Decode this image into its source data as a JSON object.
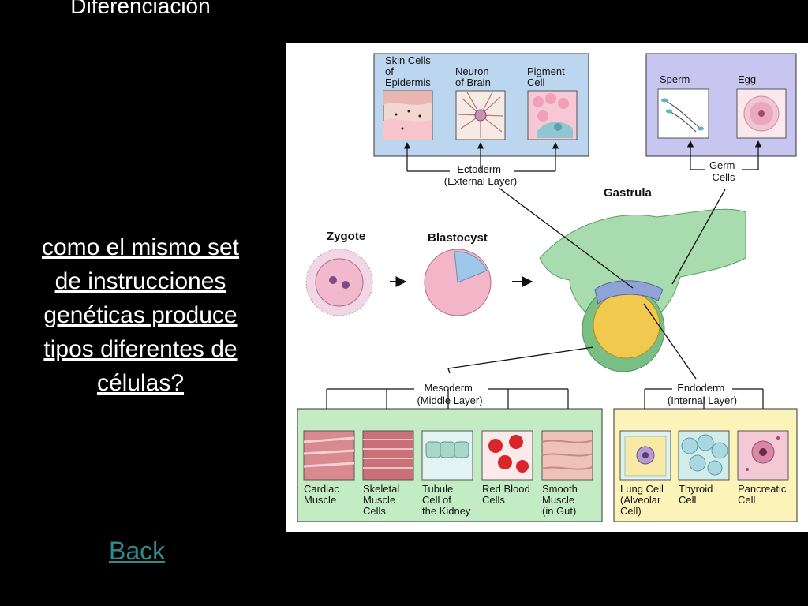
{
  "slide": {
    "title": "Diferenciación",
    "question_lines": [
      "como el mismo set",
      "de instrucciones",
      "genéticas produce",
      "tipos diferentes de",
      "células?"
    ],
    "back_label": "Back"
  },
  "diagram": {
    "ectoderm_cells": [
      [
        "Skin Cells",
        "of",
        "Epidermis"
      ],
      [
        "Neuron",
        "of Brain"
      ],
      [
        "Pigment",
        "Cell"
      ]
    ],
    "germ_cells": [
      [
        "Sperm"
      ],
      [
        "Egg"
      ]
    ],
    "ectoderm_label": [
      "Ectoderm",
      "(External Layer)"
    ],
    "germ_label": [
      "Germ",
      "Cells"
    ],
    "stages": [
      "Zygote",
      "Blastocyst",
      "Gastrula"
    ],
    "mesoderm_label": [
      "Mesoderm",
      "(Middle Layer)"
    ],
    "endoderm_label": [
      "Endoderm",
      "(Internal Layer)"
    ],
    "mesoderm_cells": [
      [
        "Cardiac",
        "Muscle"
      ],
      [
        "Skeletal",
        "Muscle",
        "Cells"
      ],
      [
        "Tubule",
        "Cell of",
        "the Kidney"
      ],
      [
        "Red Blood",
        "Cells"
      ],
      [
        "Smooth",
        "Muscle",
        "(in Gut)"
      ]
    ],
    "endoderm_cells": [
      [
        "Lung Cell",
        "(Alveolar",
        "Cell)"
      ],
      [
        "Thyroid",
        "Cell"
      ],
      [
        "Pancreatic",
        "Cell"
      ]
    ]
  }
}
